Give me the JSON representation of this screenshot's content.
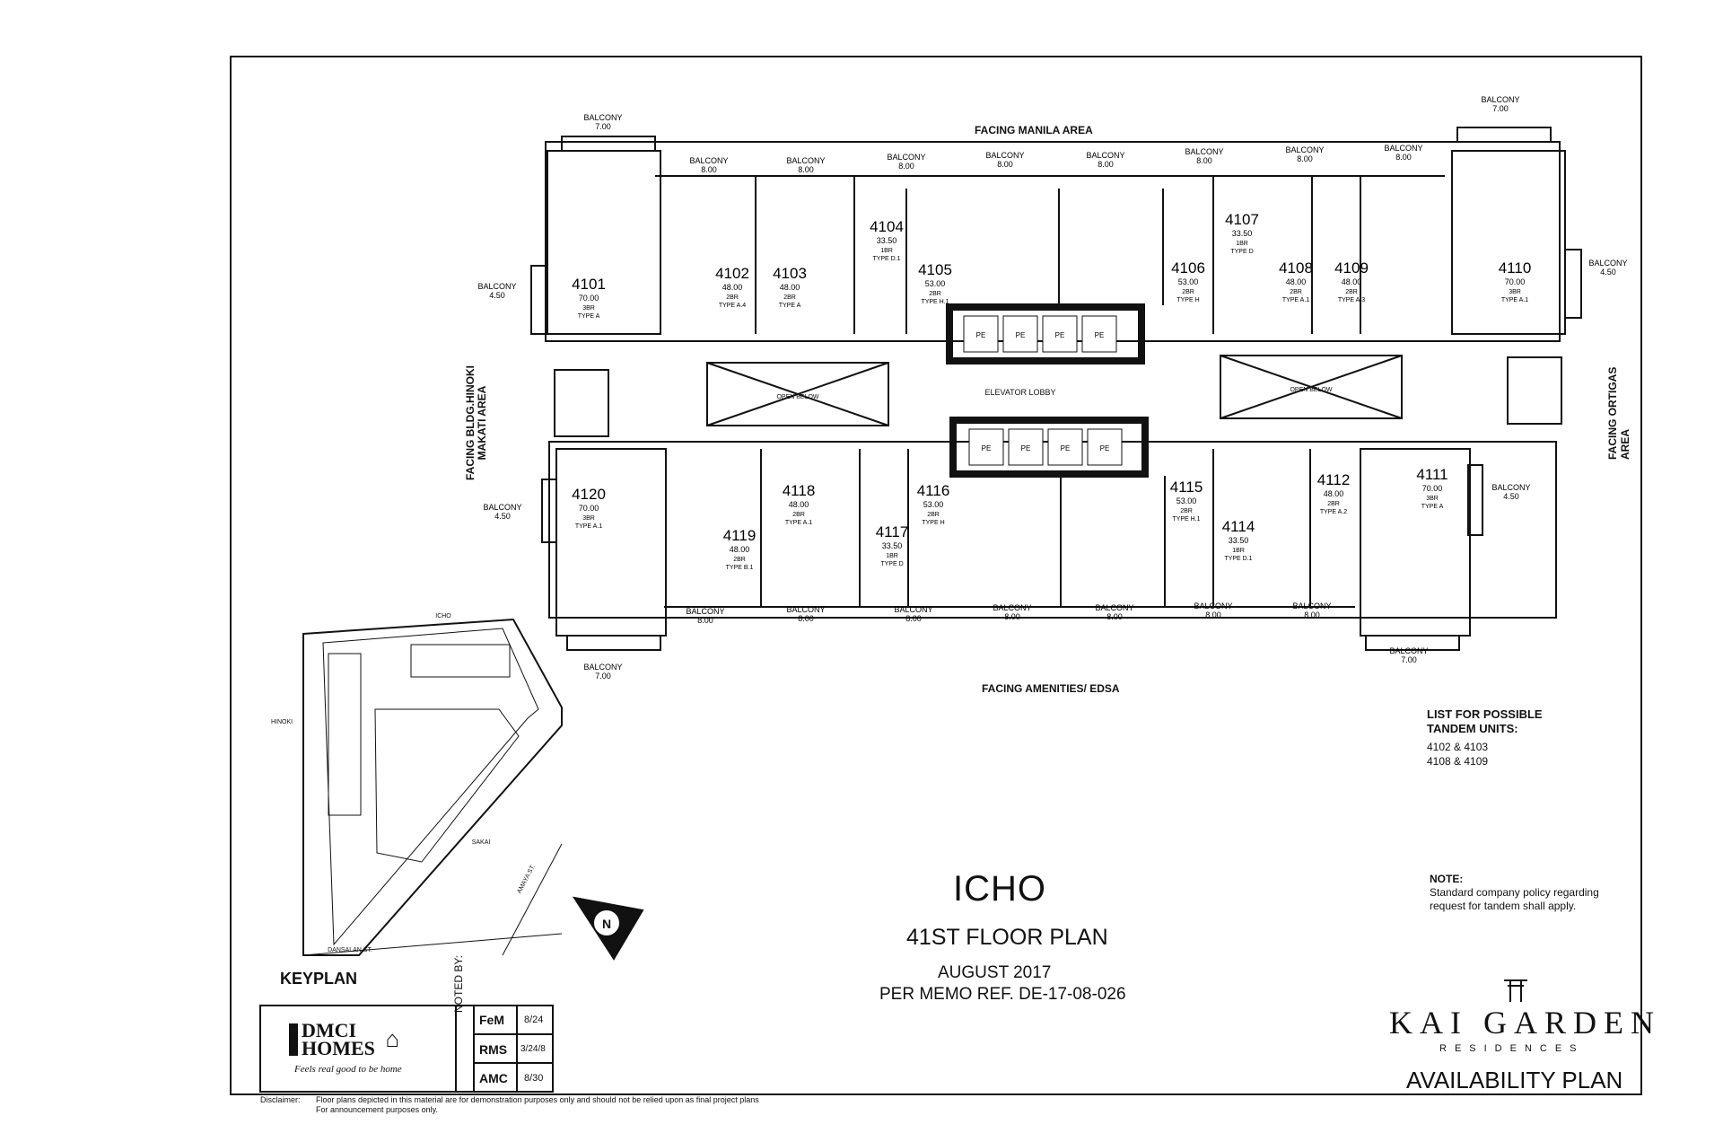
{
  "facing": {
    "top": "FACING MANILA AREA",
    "bottom": "FACING AMENITIES/ EDSA",
    "left": "FACING BLDG.HINOKI\nMAKATI AREA",
    "right": "FACING ORTIGAS AREA"
  },
  "elevator_lobby": "ELEVATOR LOBBY",
  "open_below": "OPEN BELOW",
  "pe": "PE",
  "north": "N",
  "units_top": [
    {
      "no": "4101",
      "area": "70.00",
      "br": "3BR",
      "type": "TYPE A"
    },
    {
      "no": "4102",
      "area": "48.00",
      "br": "2BR",
      "type": "TYPE A.4"
    },
    {
      "no": "4103",
      "area": "48.00",
      "br": "2BR",
      "type": "TYPE A"
    },
    {
      "no": "4104",
      "area": "33.50",
      "br": "1BR",
      "type": "TYPE D.1"
    },
    {
      "no": "4105",
      "area": "53.00",
      "br": "2BR",
      "type": "TYPE H.1"
    },
    {
      "no": "4106",
      "area": "53.00",
      "br": "2BR",
      "type": "TYPE H"
    },
    {
      "no": "4107",
      "area": "33.50",
      "br": "1BR",
      "type": "TYPE D"
    },
    {
      "no": "4108",
      "area": "48.00",
      "br": "2BR",
      "type": "TYPE A.1"
    },
    {
      "no": "4109",
      "area": "48.00",
      "br": "2BR",
      "type": "TYPE A.3"
    },
    {
      "no": "4110",
      "area": "70.00",
      "br": "3BR",
      "type": "TYPE A.1"
    }
  ],
  "units_bottom": [
    {
      "no": "4120",
      "area": "70.00",
      "br": "3BR",
      "type": "TYPE A.1"
    },
    {
      "no": "4119",
      "area": "48.00",
      "br": "2BR",
      "type": "TYPE B.1"
    },
    {
      "no": "4118",
      "area": "48.00",
      "br": "2BR",
      "type": "TYPE A.1"
    },
    {
      "no": "4117",
      "area": "33.50",
      "br": "1BR",
      "type": "TYPE D"
    },
    {
      "no": "4116",
      "area": "53.00",
      "br": "2BR",
      "type": "TYPE H"
    },
    {
      "no": "4115",
      "area": "53.00",
      "br": "2BR",
      "type": "TYPE H.1"
    },
    {
      "no": "4114",
      "area": "33.50",
      "br": "1BR",
      "type": "TYPE D.1"
    },
    {
      "no": "4112",
      "area": "48.00",
      "br": "2BR",
      "type": "TYPE A.2"
    },
    {
      "no": "4111",
      "area": "70.00",
      "br": "3BR",
      "type": "TYPE A"
    }
  ],
  "balcony_label": "BALCONY",
  "balconies_top": [
    "7.00",
    "8.00",
    "8.00",
    "8.00",
    "8.00",
    "8.00",
    "8.00",
    "8.00",
    "8.00",
    "7.00"
  ],
  "balconies_bottom": [
    "7.00",
    "8.00",
    "8.00",
    "8.00",
    "8.00",
    "8.00",
    "8.00",
    "8.00",
    "7.00"
  ],
  "balconies_side": [
    "4.50",
    "4.50",
    "4.50",
    "4.50"
  ],
  "keyplan": {
    "label": "KEYPLAN",
    "icho": "ICHO",
    "hinoki": "HINOKI",
    "sakai": "SAKAI",
    "street1": "DANSALAN ST.",
    "street2": "AMAYA ST."
  },
  "title": "ICHO",
  "subtitle": "41ST FLOOR PLAN",
  "date": "AUGUST 2017",
  "memo": "PER MEMO REF. DE-17-08-026",
  "tandem": {
    "heading": "LIST FOR POSSIBLE TANDEM UNITS:",
    "items": [
      "4102 & 4103",
      "4108 & 4109"
    ]
  },
  "note": {
    "heading": "NOTE:",
    "text": "Standard company policy regarding request for tandem shall apply."
  },
  "brand": {
    "name": "KAI GARDEN",
    "sub": "RESIDENCES",
    "plan": "AVAILABILITY PLAN"
  },
  "dmci": {
    "name": "DMCI HOMES",
    "tagline": "Feels real good to be home",
    "noted_by": "NOTED BY:",
    "rows": [
      {
        "dept": "FeM",
        "date": "8/24"
      },
      {
        "dept": "RMS",
        "date": "3/24/8"
      },
      {
        "dept": "AMC",
        "date": "8/30"
      }
    ]
  },
  "disclaimer": {
    "label": "Disclaimer:",
    "line1": "Floor plans depicted in this material are for demonstration purposes only and should not be relied upon as final project plans",
    "line2": "For announcement purposes only."
  }
}
